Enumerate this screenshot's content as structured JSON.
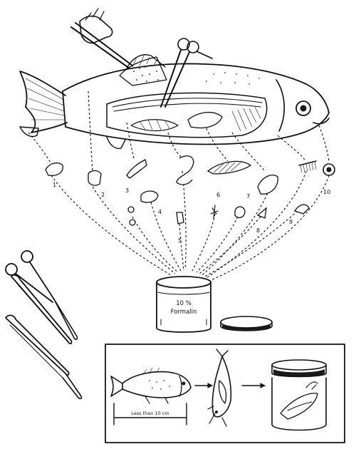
{
  "jar_label_line1": "10 %",
  "jar_label_line2": "Formalin",
  "measure_label": "Less than 10 cm",
  "sample_numbers": [
    "1",
    "2",
    "3",
    "4",
    "5",
    "6",
    "7",
    "8",
    "9",
    "10"
  ]
}
